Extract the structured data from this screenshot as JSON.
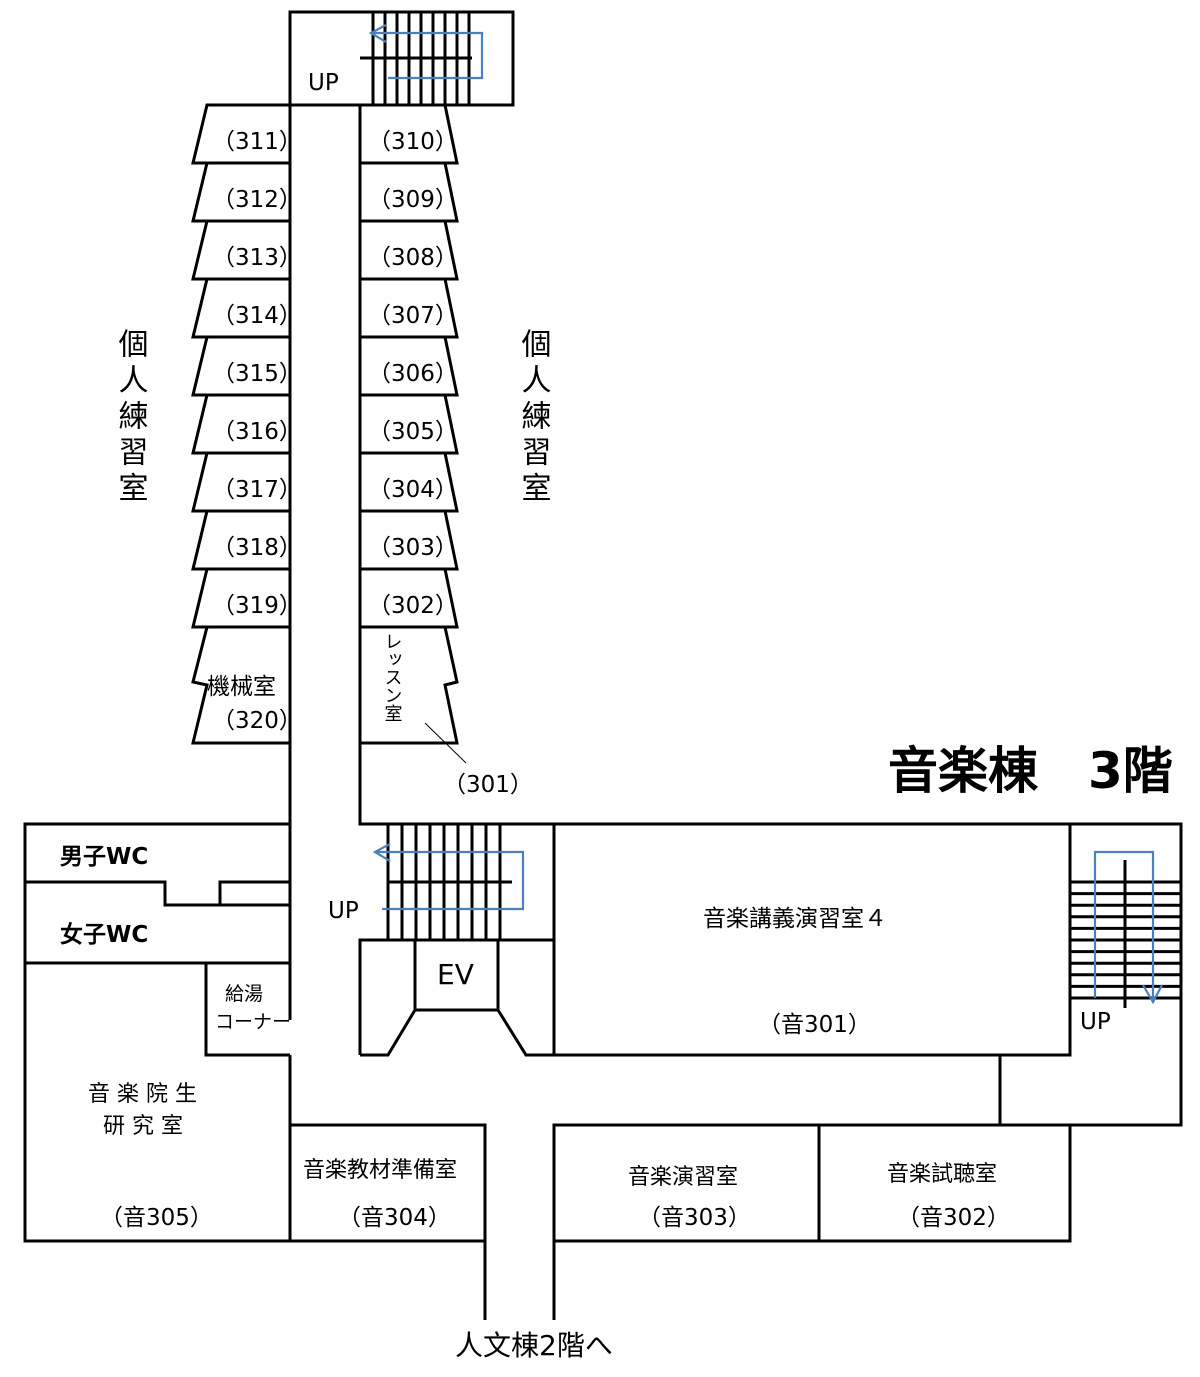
{
  "title": "音楽棟　3階",
  "left_label": "個人練習室",
  "right_label": "個人練習室",
  "left_rooms": [
    "（311）",
    "（312）",
    "（313）",
    "（314）",
    "（315）",
    "（316）",
    "（317）",
    "（318）",
    "（319）"
  ],
  "right_rooms": [
    "（310）",
    "（309）",
    "（308）",
    "（307）",
    "（306）",
    "（305）",
    "（304）",
    "（303）",
    "（302）"
  ],
  "machine_room": {
    "name": "機械室",
    "number": "（320）"
  },
  "lesson_room": {
    "name": "レッスン室",
    "number": "（301）"
  },
  "stairs": {
    "up": "UP"
  },
  "elevator": "EV",
  "mens_wc": "男子WC",
  "womens_wc": "女子WC",
  "kitchen": {
    "line1": "給湯",
    "line2": "コーナー"
  },
  "lecture_room": {
    "name": "音楽講義演習室４",
    "number": "（音301）"
  },
  "grad_room": {
    "line1": "音 楽 院 生",
    "line2": "研 究 室",
    "number": "（音305）"
  },
  "materials_room": {
    "name": "音楽教材準備室",
    "number": "（音304）"
  },
  "practice_room": {
    "name": "音楽演習室",
    "number": "（音303）"
  },
  "listening_room": {
    "name": "音楽試聴室",
    "number": "（音302）"
  },
  "exit_label": "人文棟2階へ",
  "colors": {
    "walls": "#000000",
    "arrows": "#4a7fc1"
  }
}
